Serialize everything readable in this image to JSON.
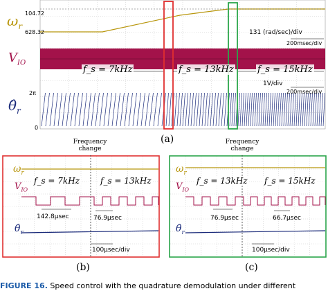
{
  "panel_a": {
    "signal_labels": {
      "omega": "ω",
      "omega_sub": "r",
      "v": "V",
      "v_sub": "IO",
      "theta": "θ̂",
      "theta_sub": "r"
    },
    "tick_top": "104.72",
    "tick_bottom": "628.32",
    "speed_scale": "131 (rad/sec)/div",
    "time_scale_1": "200msec/div",
    "volt_scale": "1V/div",
    "time_scale_2": "200msec/div",
    "theta_top": "2π",
    "theta_bottom": "0",
    "fs": [
      "f_s = 7kHz",
      "f_s = 13kHz",
      "f_s = 15kHz"
    ],
    "caption": "(a)",
    "colors": {
      "omega": "#b8960c",
      "v": "#a3124a",
      "theta": "#1a2a7a",
      "red_box": "#e03030",
      "green_box": "#2aa54a"
    }
  },
  "panel_b": {
    "freq_change": "Frequency change",
    "omega": "ω",
    "omega_sub": "r",
    "v": "V",
    "v_sub": "IO",
    "theta": "θ̂",
    "theta_sub": "r",
    "fs": [
      "f_s = 7kHz",
      "f_s = 13kHz"
    ],
    "period_1": "142.8μsec",
    "period_2": "76.9μsec",
    "time_scale": "100μsec/div",
    "caption": "(b)",
    "border_color": "#e03030"
  },
  "panel_c": {
    "freq_change": "Frequency change",
    "omega": "ω",
    "omega_sub": "r",
    "v": "V",
    "v_sub": "IO",
    "theta": "θ̂",
    "theta_sub": "r",
    "fs": [
      "f_s = 13kHz",
      "f_s = 15kHz"
    ],
    "period_1": "76.9μsec",
    "period_2": "66.7μsec",
    "time_scale": "100μsec/div",
    "caption": "(c)",
    "border_color": "#2aa54a"
  },
  "figure_caption": {
    "label": "FIGURE 16.",
    "text": "Speed control with the quadrature demodulation under different"
  }
}
